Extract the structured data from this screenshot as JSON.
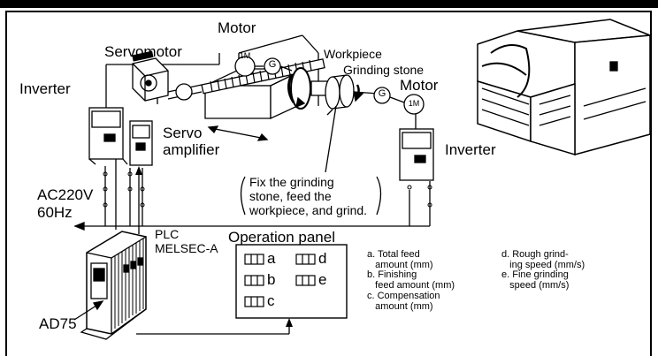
{
  "labels": {
    "motor_left": "Motor",
    "servomotor": "Servomotor",
    "workpiece": "Workpiece",
    "grinding_stone": "Grinding stone",
    "motor_right": "Motor",
    "inverter_left": "Inverter",
    "inverter_right": "Inverter",
    "servo_amplifier": "Servo\namplifier",
    "ac_supply": "AC220V\n60Hz",
    "plc": "PLC\nMELSEC-A",
    "ad75": "AD75",
    "motor_tag_left": "1M",
    "motor_tag_right": "1M",
    "gear_tag_left": "G",
    "gear_tag_right": "G"
  },
  "note": "Fix the grinding\nstone, feed the\nworkpiece, and grind.",
  "operation_panel": {
    "title": "Operation panel",
    "switches": [
      "a",
      "d",
      "b",
      "e",
      "c"
    ]
  },
  "legend": [
    {
      "text": "a. Total feed\n   amount (mm)"
    },
    {
      "text": "b. Finishing\n   feed amount (mm)"
    },
    {
      "text": "c. Compensation\n   amount (mm)"
    },
    {
      "text": "d. Rough grind-\n   ing speed (mm/s)"
    },
    {
      "text": "e. Fine grinding\n   speed (mm/s)"
    }
  ]
}
